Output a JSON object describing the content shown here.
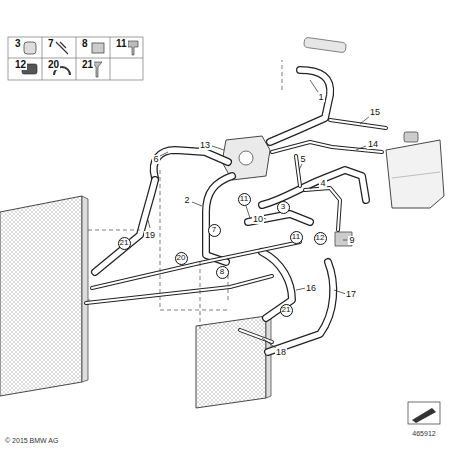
{
  "diagram": {
    "labels": [
      "3",
      "7",
      "8",
      "11",
      "12",
      "20",
      "21",
      "1",
      "15",
      "13",
      "6",
      "14",
      "5",
      "4",
      "11",
      "10",
      "3",
      "11",
      "12",
      "9",
      "2",
      "7",
      "19",
      "21",
      "20",
      "8",
      "16",
      "17",
      "21",
      "18",
      "© 2015 BMW AG",
      "465912"
    ]
  }
}
